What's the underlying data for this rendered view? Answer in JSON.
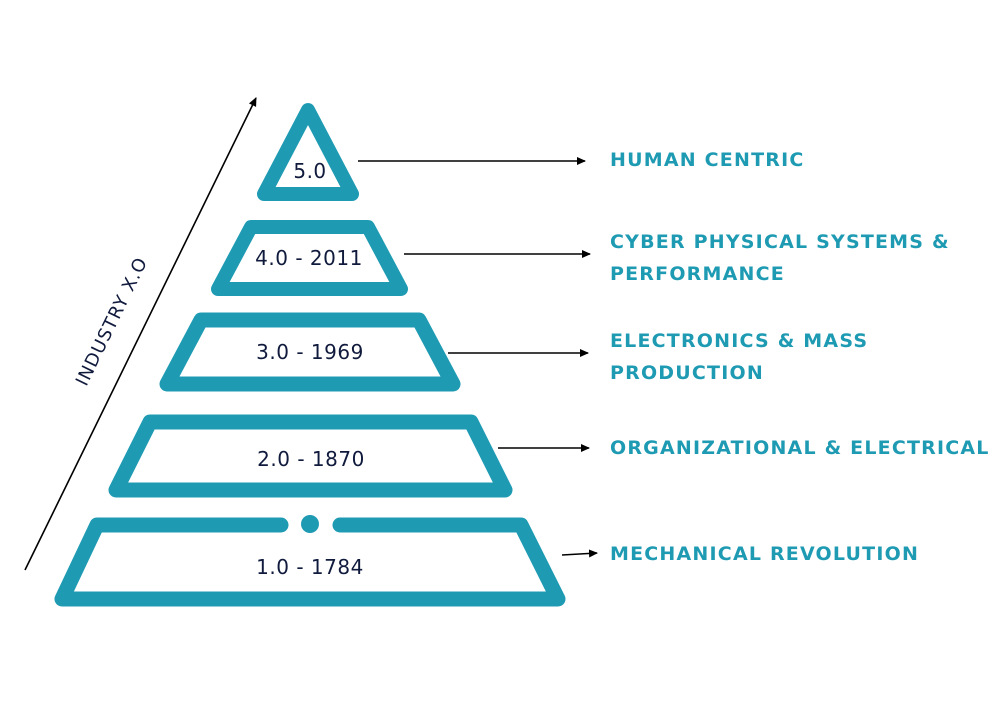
{
  "colors": {
    "accent": "#1e9bb3",
    "dark": "#101a3c",
    "arrow": "#000000",
    "background": "#ffffff"
  },
  "axis": {
    "label": "INDUSTRY X.O"
  },
  "tiers": [
    {
      "label": "5.0",
      "description": [
        "HUMAN CENTRIC"
      ]
    },
    {
      "label": "4.0 - 2011",
      "description": [
        "CYBER PHYSICAL SYSTEMS &",
        "PERFORMANCE"
      ]
    },
    {
      "label": "3.0 - 1969",
      "description": [
        "ELECTRONICS & MASS",
        "PRODUCTION"
      ]
    },
    {
      "label": "2.0 - 1870",
      "description": [
        "ORGANIZATIONAL & ELECTRICAL"
      ]
    },
    {
      "label": "1.0 - 1784",
      "description": [
        "MECHANICAL REVOLUTION"
      ]
    }
  ]
}
